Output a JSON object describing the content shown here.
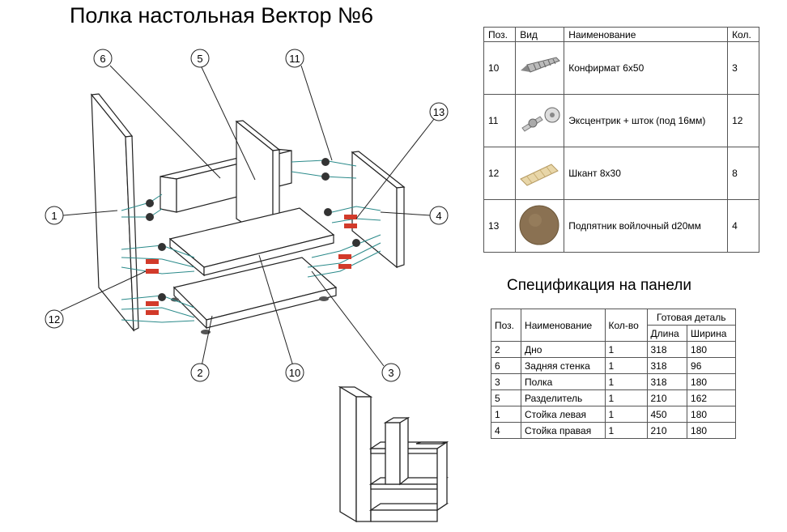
{
  "title": "Полка настольная Вектор №6",
  "callouts": [
    "1",
    "2",
    "3",
    "4",
    "5",
    "6",
    "10",
    "11",
    "12",
    "13"
  ],
  "hardware_table": {
    "headers": {
      "pos": "Поз.",
      "view": "Вид",
      "name": "Наименование",
      "qty": "Кол."
    },
    "rows": [
      {
        "pos": "10",
        "icon": "confirmat-screw-icon",
        "name": "Конфирмат 6х50",
        "qty": "3"
      },
      {
        "pos": "11",
        "icon": "eccentric-icon",
        "name": "Эксцентрик + шток (под 16мм)",
        "qty": "12"
      },
      {
        "pos": "12",
        "icon": "dowel-icon",
        "name": "Шкант 8х30",
        "qty": "8"
      },
      {
        "pos": "13",
        "icon": "felt-pad-icon",
        "name": "Подпятник войлочный d20мм",
        "qty": "4"
      }
    ]
  },
  "spec": {
    "title": "Спецификация на панели",
    "headers": {
      "pos": "Поз.",
      "name": "Наименование",
      "qty": "Кол-во",
      "finished": "Готовая деталь",
      "length": "Длина",
      "width": "Ширина"
    },
    "rows": [
      {
        "pos": "2",
        "name": "Дно",
        "qty": "1",
        "length": "318",
        "width": "180"
      },
      {
        "pos": "6",
        "name": "Задняя стенка",
        "qty": "1",
        "length": "318",
        "width": "96"
      },
      {
        "pos": "3",
        "name": "Полка",
        "qty": "1",
        "length": "318",
        "width": "180"
      },
      {
        "pos": "5",
        "name": "Разделитель",
        "qty": "1",
        "length": "210",
        "width": "162"
      },
      {
        "pos": "1",
        "name": "Стойка левая",
        "qty": "1",
        "length": "450",
        "width": "180"
      },
      {
        "pos": "4",
        "name": "Стойка правая",
        "qty": "1",
        "length": "210",
        "width": "180"
      }
    ]
  },
  "colors": {
    "line": "#222222",
    "panel": "#ffffff",
    "connector": "#2a8a8a",
    "eccentric_red": "#d23a2a",
    "dowel": "#e8d6a8",
    "felt": "#8a7152"
  }
}
